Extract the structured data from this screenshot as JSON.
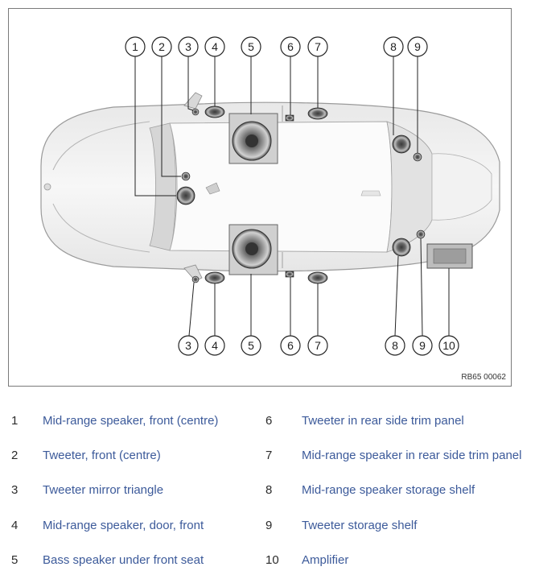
{
  "figure": {
    "code": "RB65 00062",
    "callouts_top": [
      "1",
      "2",
      "3",
      "4",
      "5",
      "6",
      "7",
      "8",
      "9"
    ],
    "callouts_bottom": [
      "3",
      "4",
      "5",
      "6",
      "7",
      "8",
      "9",
      "10"
    ]
  },
  "legend": [
    {
      "num": "1",
      "label": "Mid-range speaker, front (centre)"
    },
    {
      "num": "2",
      "label": "Tweeter, front (centre)"
    },
    {
      "num": "3",
      "label": "Tweeter mirror triangle"
    },
    {
      "num": "4",
      "label": "Mid-range speaker, door, front"
    },
    {
      "num": "5",
      "label": "Bass speaker under front seat"
    },
    {
      "num": "6",
      "label": "Tweeter in rear side trim panel"
    },
    {
      "num": "7",
      "label": "Mid-range speaker in rear side trim panel"
    },
    {
      "num": "8",
      "label": "Mid-range speaker storage shelf"
    },
    {
      "num": "9",
      "label": "Tweeter storage shelf"
    },
    {
      "num": "10",
      "label": "Amplifier"
    }
  ]
}
